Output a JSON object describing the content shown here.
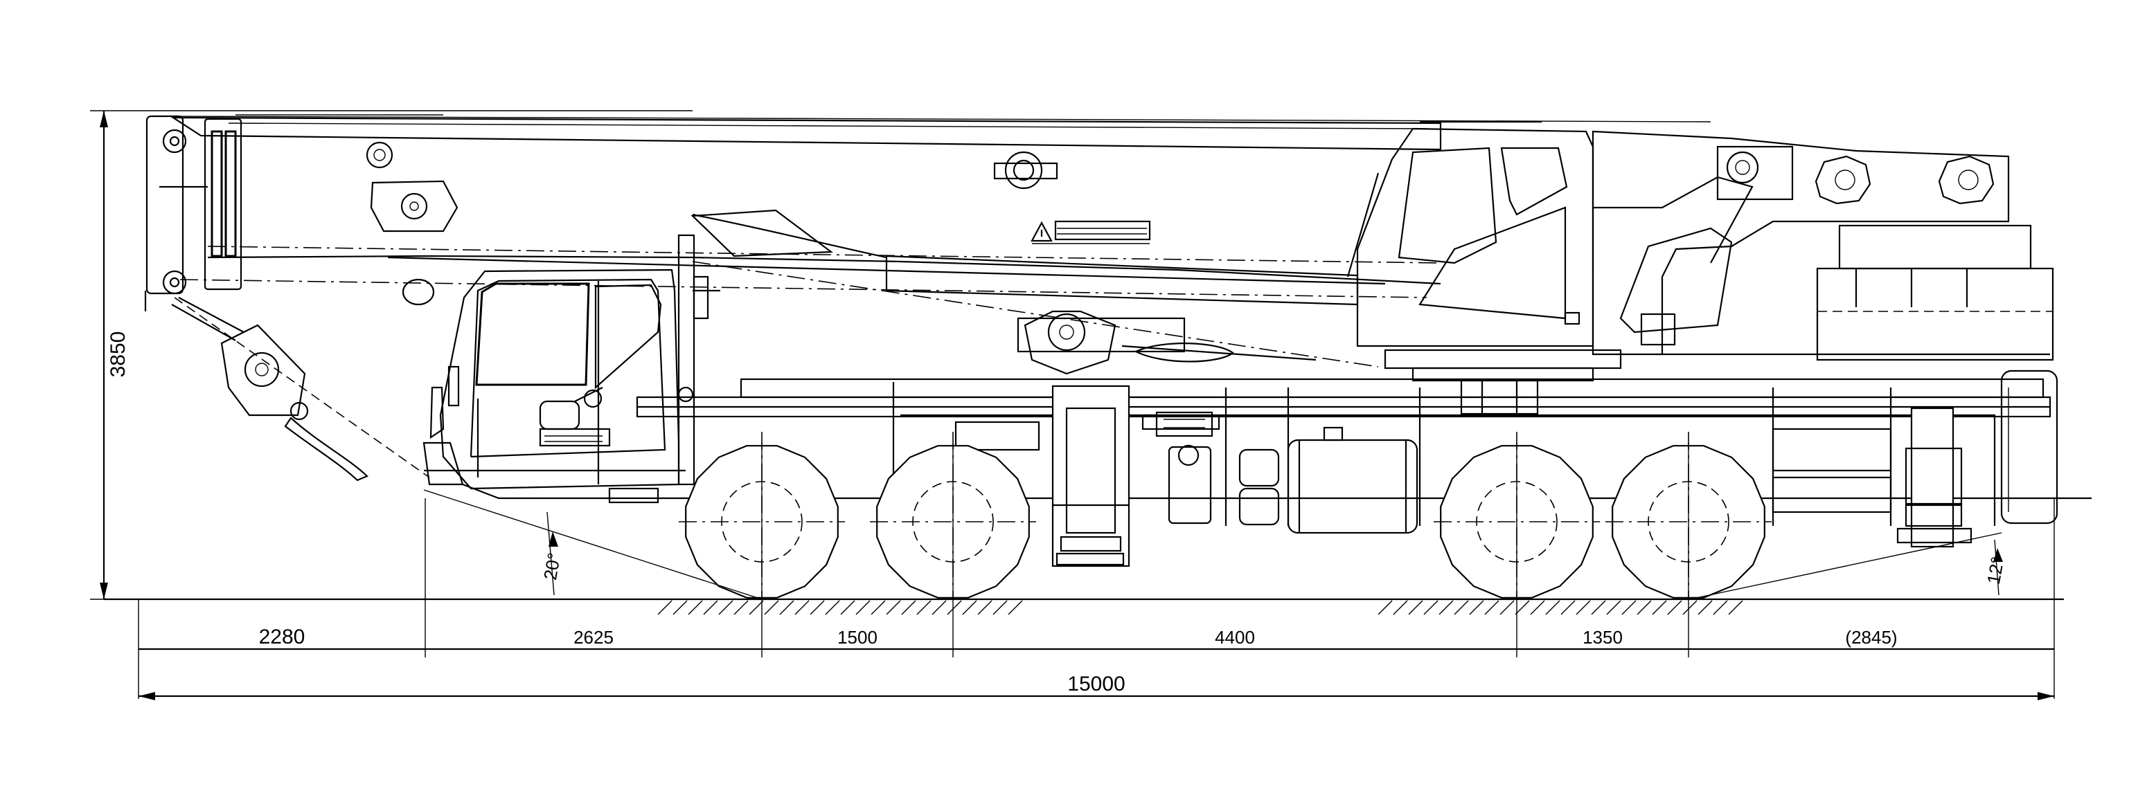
{
  "dimensions": {
    "height_total": "3850",
    "segments": [
      {
        "id": "front-overhang",
        "label": "2280"
      },
      {
        "id": "cab-to-axle1",
        "label": "2625"
      },
      {
        "id": "axle1-axle2",
        "label": "1500"
      },
      {
        "id": "axle2-axle3",
        "label": "4400"
      },
      {
        "id": "axle3-axle4",
        "label": "1350"
      },
      {
        "id": "rear-overhang",
        "label": "(2845)"
      }
    ],
    "overall_length": "15000",
    "approach_angle": "20°",
    "departure_angle": "12°"
  },
  "colors": {
    "line": "#000000",
    "background": "#ffffff"
  },
  "icons": {
    "warning": "warning-triangle-icon",
    "hook": "hook-block-icon",
    "wheel": "wheel-icon"
  }
}
